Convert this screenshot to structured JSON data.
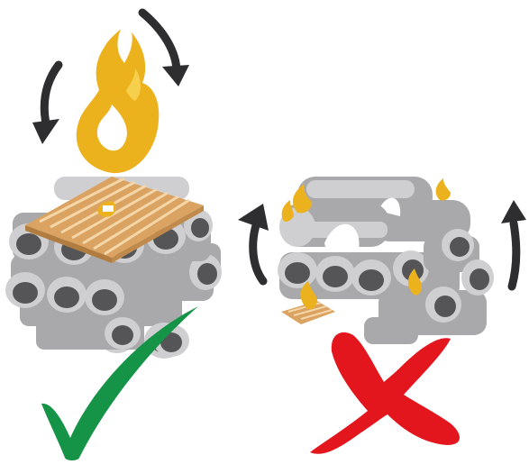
{
  "diagram": {
    "correct_method": {
      "verdict": "correct",
      "verdict_icon": "checkmark-icon",
      "verdict_color": "#159447",
      "fire_position": "top",
      "airflow": "downward"
    },
    "incorrect_method": {
      "verdict": "incorrect",
      "verdict_icon": "cross-icon",
      "verdict_color": "#e3161d",
      "fire_position": "bottom",
      "airflow": "upward"
    }
  },
  "colors": {
    "flame": "#ecb21e",
    "flame_light": "#f6cf4c",
    "log_body": "#a9a9ab",
    "log_light": "#cfcfd1",
    "log_end": "#555558",
    "kindling": "#dba361",
    "arrow": "#2e2e30",
    "background": "#ffffff"
  }
}
